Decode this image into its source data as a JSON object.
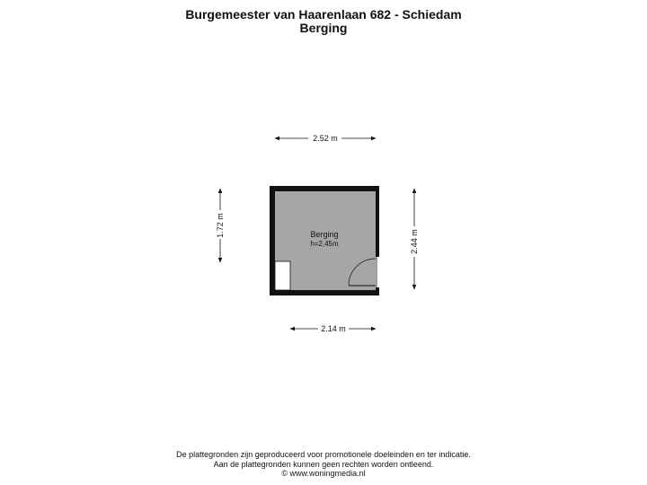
{
  "header": {
    "address": "Burgemeester van Haarenlaan 682 - Schiedam",
    "floor": "Berging"
  },
  "room": {
    "name": "Berging",
    "height": "h=2,45m"
  },
  "dimensions": {
    "top_width": "2.52 m",
    "bottom_width": "2.14 m",
    "left_height": "1.72 m",
    "right_height": "2.44 m"
  },
  "colors": {
    "wall": "#111111",
    "floor_fill": "#a6a6a6",
    "dimension_line": "#111111"
  },
  "footer": {
    "line1": "De plattegronden zijn geproduceerd voor promotionele doeleinden en ter indicatie.",
    "line2": "Aan de plattegronden kunnen geen rechten worden ontleend.",
    "line3": "© www.woningmedia.nl"
  }
}
